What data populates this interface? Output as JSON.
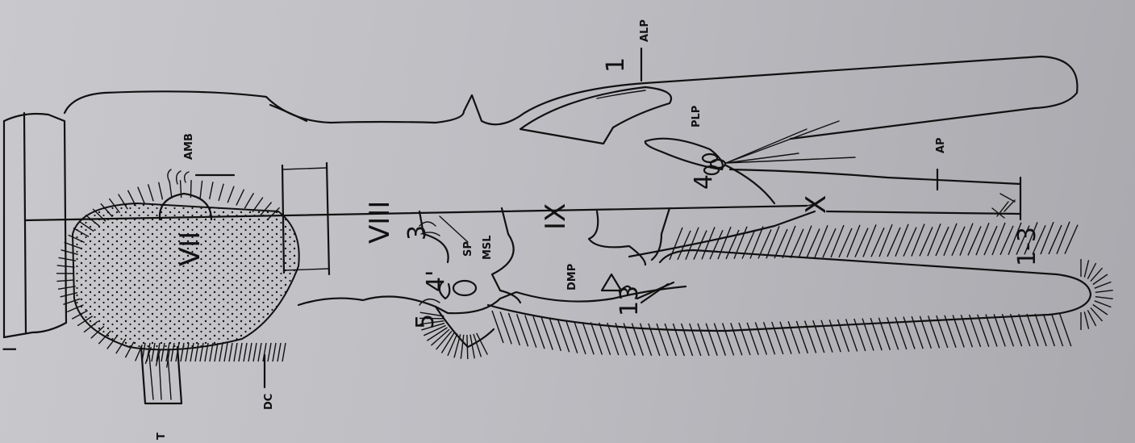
{
  "figure": {
    "labels": {
      "t": "T",
      "dc": "DC",
      "amb": "AMB",
      "vii": "VII",
      "viii": "VIII",
      "ix": "IX",
      "x": "X",
      "alp": "ALP",
      "plp": "PLP",
      "ap": "AP",
      "msl": "MSL",
      "sp": "SP",
      "dmp": "DMP"
    },
    "numbers": {
      "n1": "1",
      "n3": "3",
      "n4_upper": "4",
      "n4_lower": "4'",
      "n5": "5",
      "n13": "13",
      "n1_3": "1-3",
      "tick_left": "I"
    }
  }
}
